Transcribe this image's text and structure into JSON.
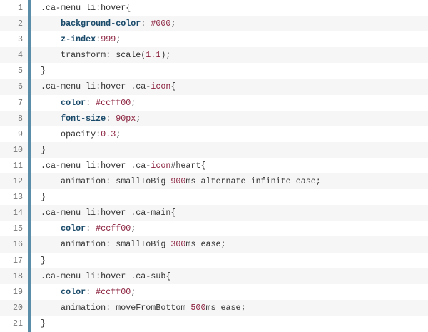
{
  "colors": {
    "gutter_bar": "#5a8ea8",
    "keyword": "#1a4a6a",
    "value": "#8a1f3c",
    "text": "#333333"
  },
  "lines": [
    {
      "n": "1",
      "t": [
        [
          ".ca-menu li:hover{",
          ""
        ]
      ]
    },
    {
      "n": "2",
      "t": [
        [
          "    ",
          ""
        ],
        [
          "background-color",
          "kw"
        ],
        [
          ": ",
          ""
        ],
        [
          "#000",
          "num"
        ],
        [
          ";",
          ""
        ]
      ]
    },
    {
      "n": "3",
      "t": [
        [
          "    ",
          ""
        ],
        [
          "z-index",
          "kw"
        ],
        [
          ":",
          ""
        ],
        [
          "999",
          "num"
        ],
        [
          ";",
          ""
        ]
      ]
    },
    {
      "n": "4",
      "t": [
        [
          "    transform: scale(",
          ""
        ],
        [
          "1.1",
          "num"
        ],
        [
          ");",
          ""
        ]
      ]
    },
    {
      "n": "5",
      "t": [
        [
          "}",
          ""
        ]
      ]
    },
    {
      "n": "6",
      "t": [
        [
          ".ca-menu li:hover .ca-",
          ""
        ],
        [
          "icon",
          "num"
        ],
        [
          "{",
          ""
        ]
      ]
    },
    {
      "n": "7",
      "t": [
        [
          "    ",
          ""
        ],
        [
          "color",
          "kw"
        ],
        [
          ": ",
          ""
        ],
        [
          "#ccff00",
          "num"
        ],
        [
          ";",
          ""
        ]
      ]
    },
    {
      "n": "8",
      "t": [
        [
          "    ",
          ""
        ],
        [
          "font-size",
          "kw"
        ],
        [
          ": ",
          ""
        ],
        [
          "90px",
          "num"
        ],
        [
          ";",
          ""
        ]
      ]
    },
    {
      "n": "9",
      "t": [
        [
          "    opacity:",
          ""
        ],
        [
          "0.3",
          "num"
        ],
        [
          ";",
          ""
        ]
      ]
    },
    {
      "n": "10",
      "t": [
        [
          "}",
          ""
        ]
      ]
    },
    {
      "n": "11",
      "t": [
        [
          ".ca-menu li:hover .ca-",
          ""
        ],
        [
          "icon",
          "num"
        ],
        [
          "#heart{",
          ""
        ]
      ]
    },
    {
      "n": "12",
      "t": [
        [
          "    animation: smallToBig ",
          ""
        ],
        [
          "900",
          "num"
        ],
        [
          "ms alternate infinite ease;",
          ""
        ]
      ]
    },
    {
      "n": "13",
      "t": [
        [
          "}",
          ""
        ]
      ]
    },
    {
      "n": "14",
      "t": [
        [
          ".ca-menu li:hover .ca-main{",
          ""
        ]
      ]
    },
    {
      "n": "15",
      "t": [
        [
          "    ",
          ""
        ],
        [
          "color",
          "kw"
        ],
        [
          ": ",
          ""
        ],
        [
          "#ccff00",
          "num"
        ],
        [
          ";",
          ""
        ]
      ]
    },
    {
      "n": "16",
      "t": [
        [
          "    animation: smallToBig ",
          ""
        ],
        [
          "300",
          "num"
        ],
        [
          "ms ease;",
          ""
        ]
      ]
    },
    {
      "n": "17",
      "t": [
        [
          "}",
          ""
        ]
      ]
    },
    {
      "n": "18",
      "t": [
        [
          ".ca-menu li:hover .ca-sub{",
          ""
        ]
      ]
    },
    {
      "n": "19",
      "t": [
        [
          "    ",
          ""
        ],
        [
          "color",
          "kw"
        ],
        [
          ": ",
          ""
        ],
        [
          "#ccff00",
          "num"
        ],
        [
          ";",
          ""
        ]
      ]
    },
    {
      "n": "20",
      "t": [
        [
          "    animation: moveFromBottom ",
          ""
        ],
        [
          "500",
          "num"
        ],
        [
          "ms ease;",
          ""
        ]
      ]
    },
    {
      "n": "21",
      "t": [
        [
          "}",
          ""
        ]
      ]
    }
  ]
}
